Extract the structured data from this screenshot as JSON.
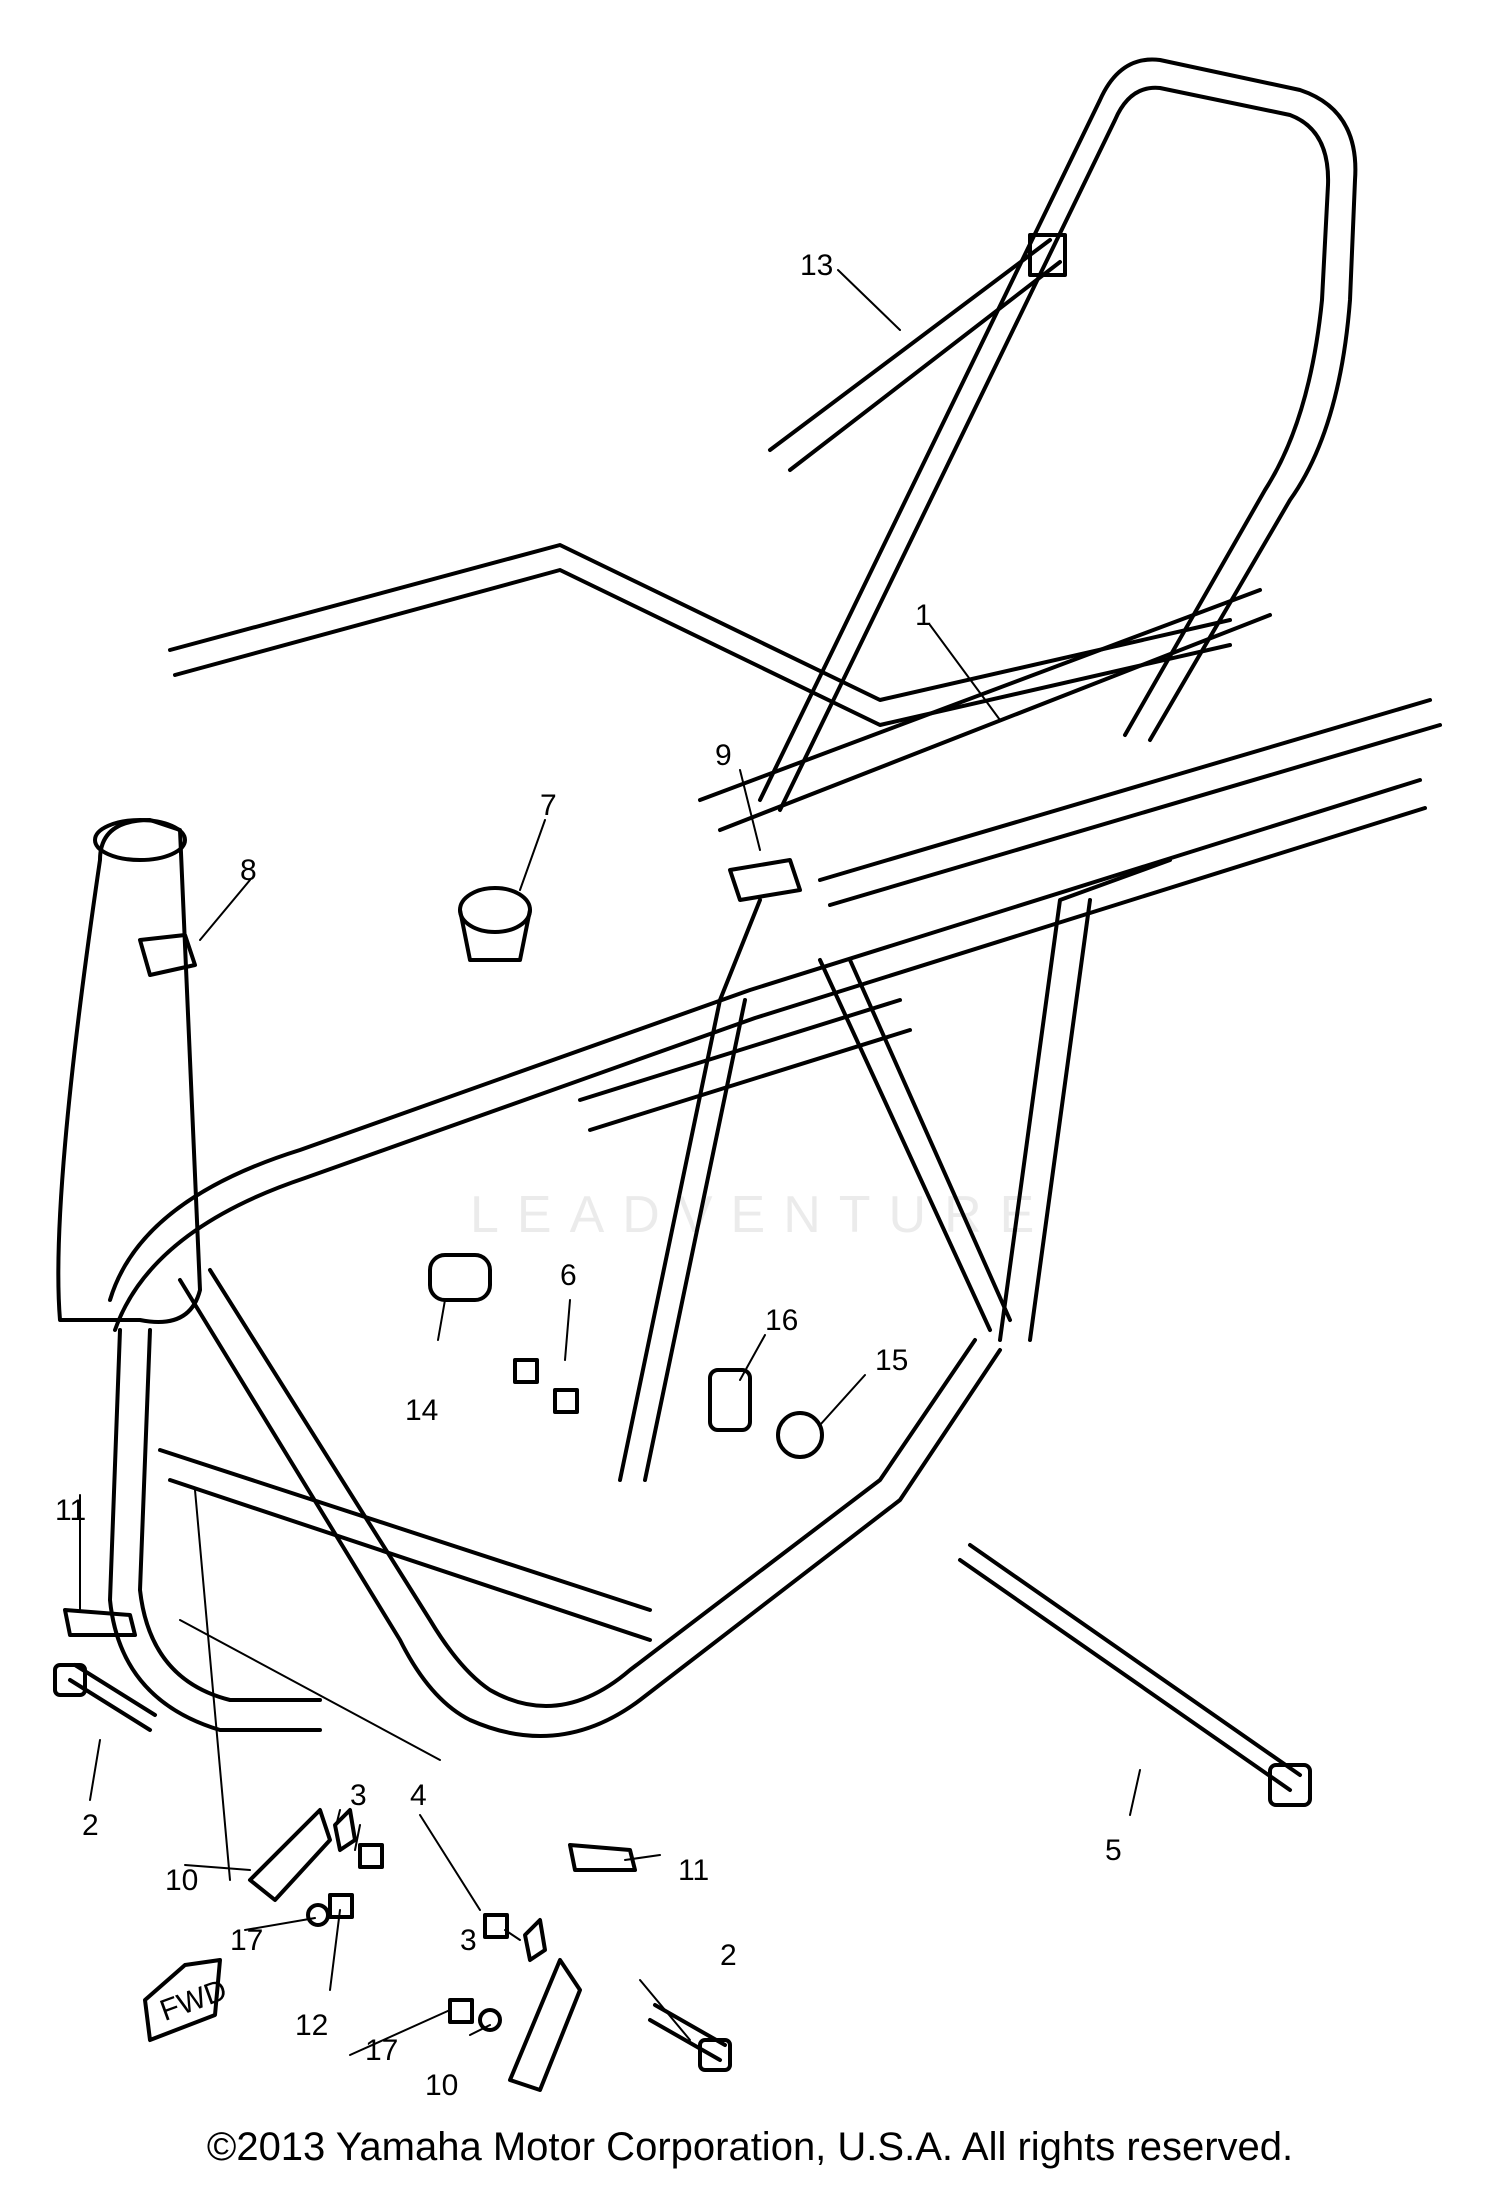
{
  "diagram": {
    "callouts": {
      "c1": "1",
      "c2a": "2",
      "c2b": "2",
      "c3a": "3",
      "c3b": "3",
      "c4": "4",
      "c5": "5",
      "c6": "6",
      "c7": "7",
      "c8": "8",
      "c9": "9",
      "c10a": "10",
      "c10b": "10",
      "c11a": "11",
      "c11b": "11",
      "c12": "12",
      "c13": "13",
      "c14": "14",
      "c15": "15",
      "c16": "16",
      "c17a": "17",
      "c17b": "17"
    },
    "fwd_label": "FWD",
    "watermark": "LEADVENTURE"
  },
  "footer": {
    "copyright": "©2013 Yamaha Motor Corporation, U.S.A. All rights reserved."
  }
}
